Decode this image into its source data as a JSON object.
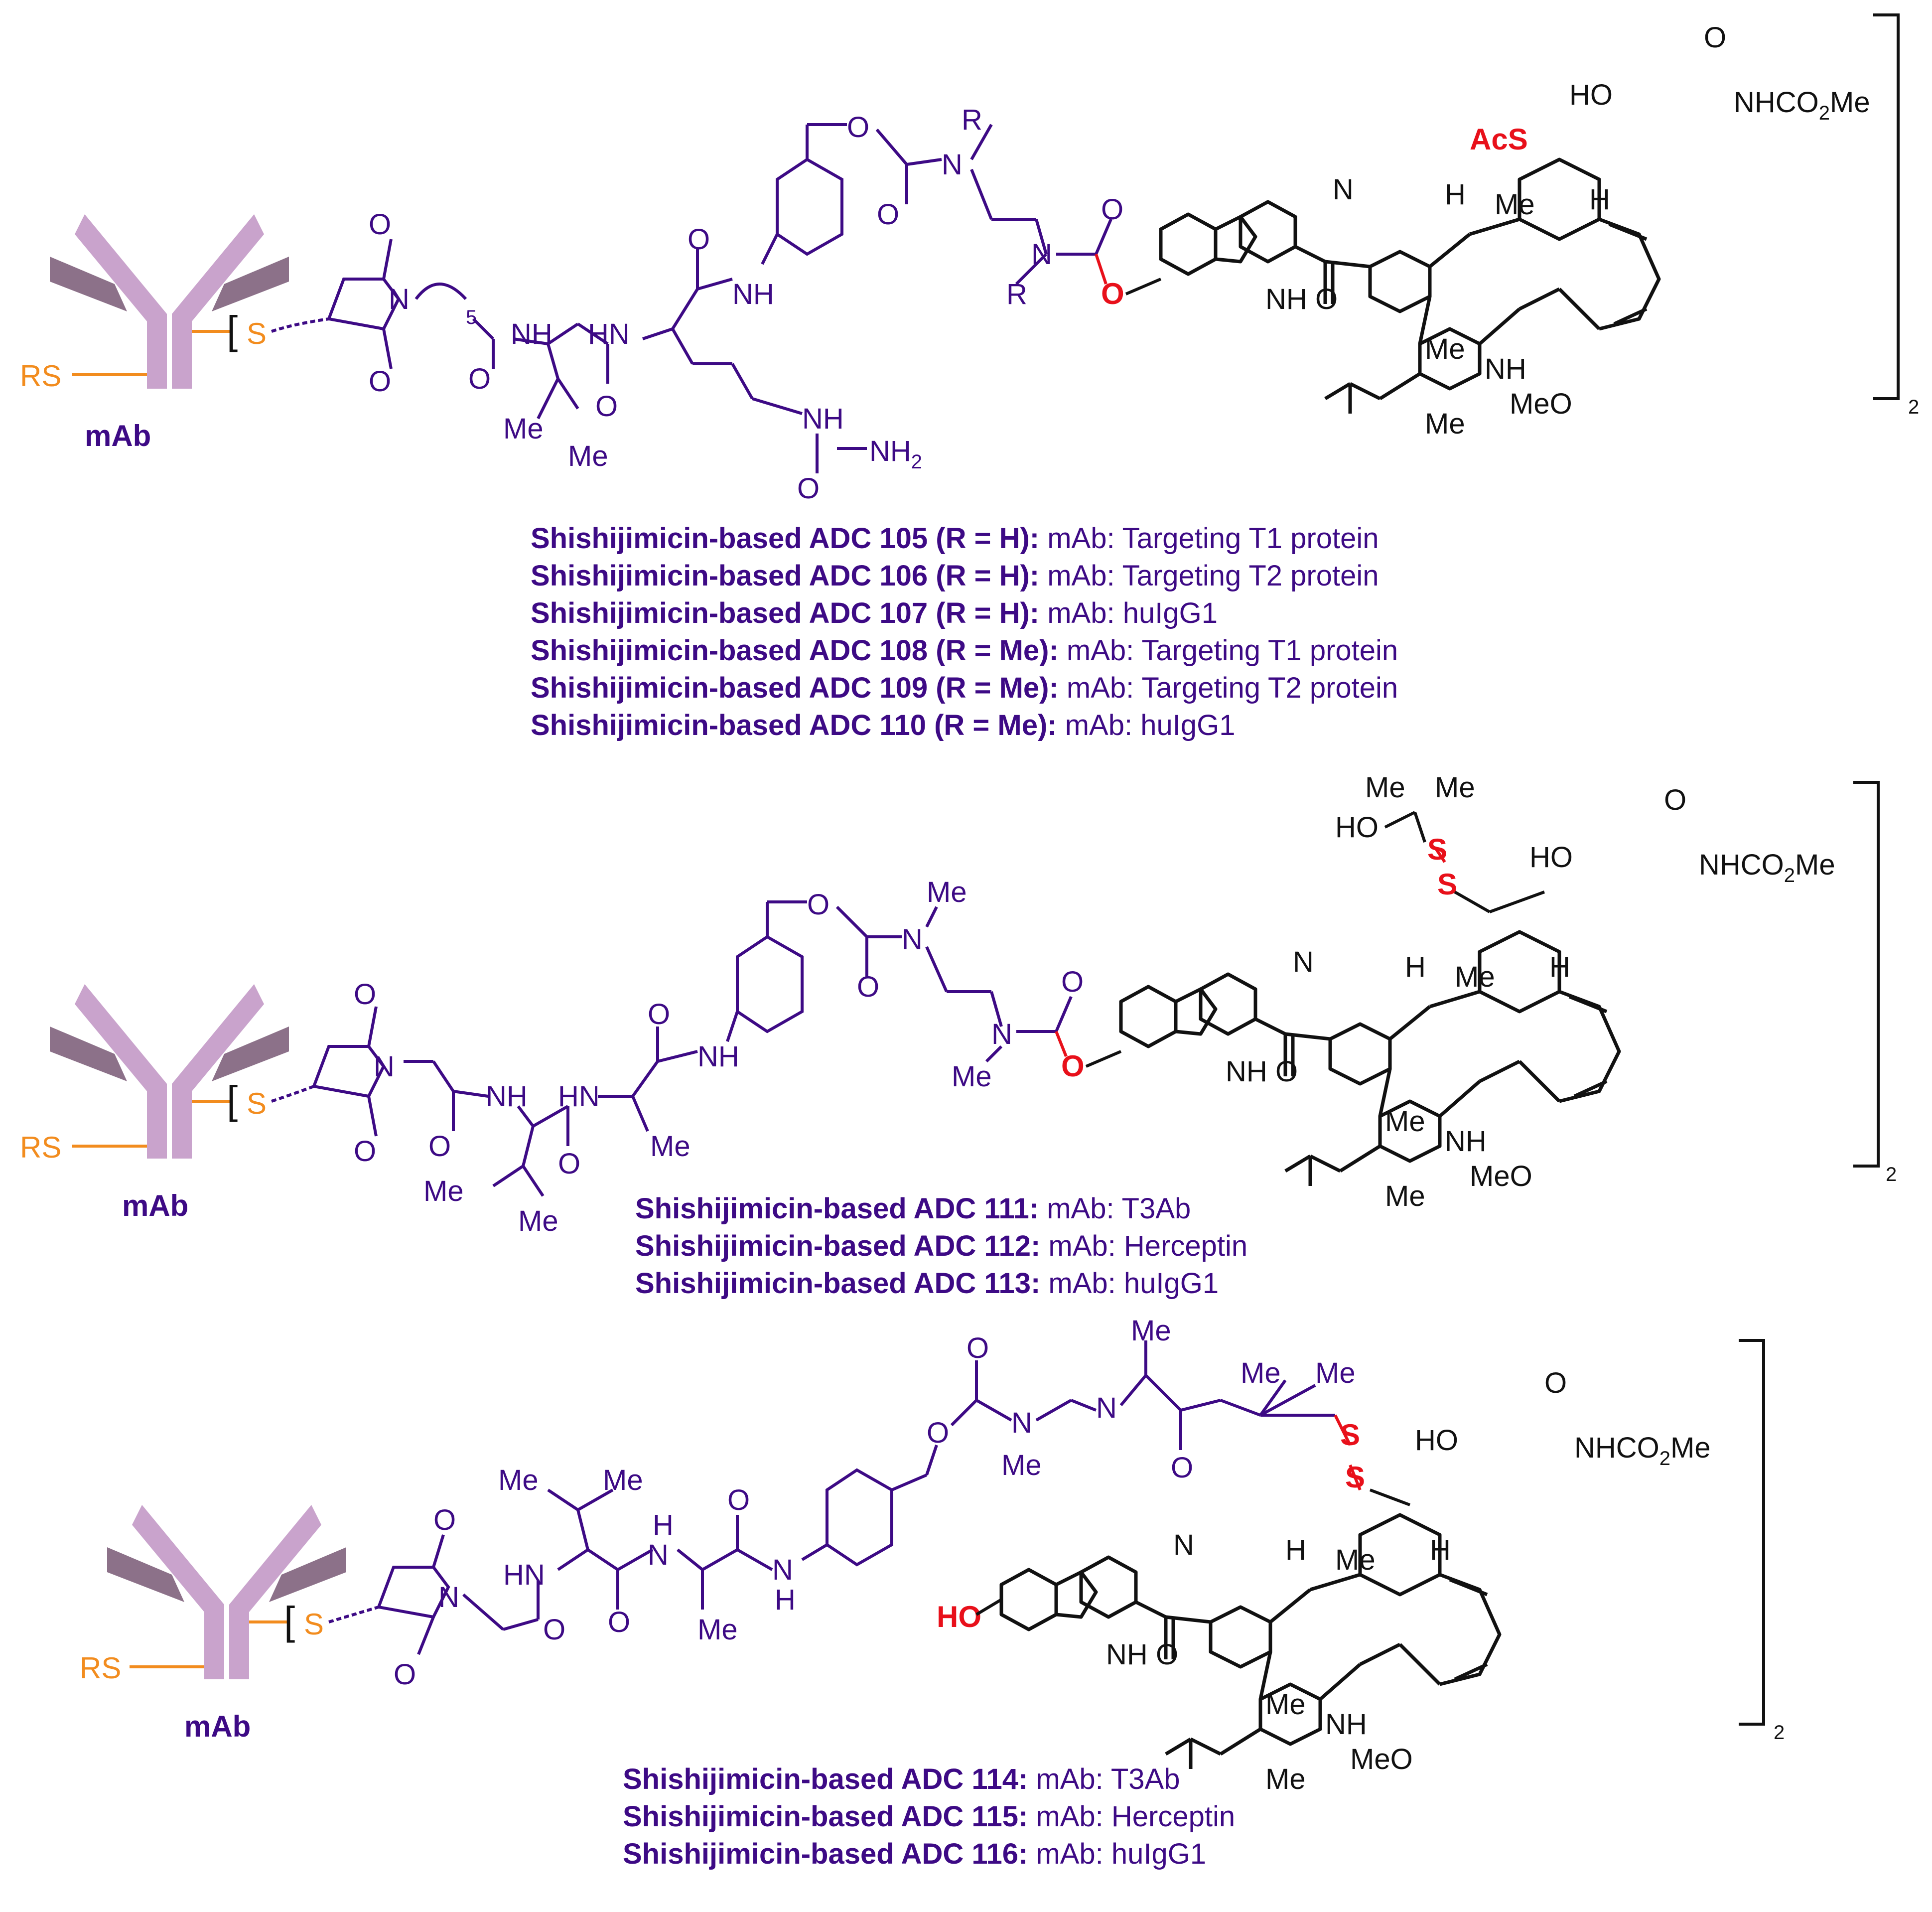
{
  "colors": {
    "linker": "#3d0a85",
    "conjugation": "#f28c1e",
    "cleavable": "#e8101a",
    "payload": "#111111",
    "antibody_light": "#c9a3cc",
    "antibody_dark": "#8c7189"
  },
  "icons": [
    "antibody-icon"
  ],
  "common": {
    "mab": "mAb",
    "rs": "RS",
    "s": "S",
    "bracket_sub": "2",
    "me": "Me",
    "meo": "MeO",
    "ho": "HO",
    "h": "H",
    "nh": "NH",
    "hn": "HN",
    "n": "N",
    "o": "O",
    "nhco2me": "NHCO",
    "nhco2me_sub": "2",
    "nhco2me_tail": "Me"
  },
  "panel1": {
    "acs": "AcS",
    "r": "R",
    "n5": "5",
    "nh2": "NH",
    "nh2_sub": "2",
    "label_lines": [
      {
        "bold": "Shishijimicin-based ADC 105 (R = H):",
        "normal": " mAb: Targeting T1 protein"
      },
      {
        "bold": "Shishijimicin-based ADC 106 (R = H):",
        "normal": " mAb: Targeting T2 protein"
      },
      {
        "bold": "Shishijimicin-based ADC 107 (R = H):",
        "normal": " mAb: huIgG1"
      },
      {
        "bold": "Shishijimicin-based ADC 108 (R = Me):",
        "normal": " mAb: Targeting T1 protein"
      },
      {
        "bold": "Shishijimicin-based ADC 109 (R = Me):",
        "normal": " mAb: Targeting T2 protein"
      },
      {
        "bold": "Shishijimicin-based ADC 110 (R = Me):",
        "normal": " mAb: huIgG1"
      }
    ]
  },
  "panel2": {
    "ss_top": "S",
    "ss_bottom": "S",
    "label_lines": [
      {
        "bold": "Shishijimicin-based ADC 111:",
        "normal": " mAb: T3Ab"
      },
      {
        "bold": "Shishijimicin-based ADC 112:",
        "normal": " mAb: Herceptin"
      },
      {
        "bold": "Shishijimicin-based ADC 113:",
        "normal": " mAb: huIgG1"
      }
    ]
  },
  "panel3": {
    "ho_red": "HO",
    "ss_top": "S",
    "ss_bottom": "S",
    "label_lines": [
      {
        "bold": "Shishijimicin-based ADC 114:",
        "normal": " mAb: T3Ab"
      },
      {
        "bold": "Shishijimicin-based ADC 115:",
        "normal": " mAb: Herceptin"
      },
      {
        "bold": "Shishijimicin-based ADC 116:",
        "normal": " mAb: huIgG1"
      }
    ]
  }
}
